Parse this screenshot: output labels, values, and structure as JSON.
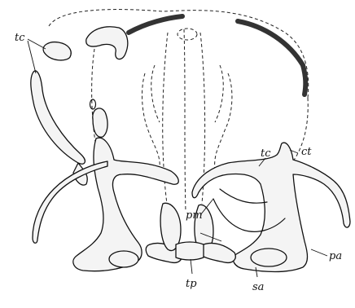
{
  "figure": {
    "labels": {
      "tc_left": "tc",
      "tc_right": "tc",
      "ct": "ct",
      "pm": "pm",
      "pa": "pa",
      "tp": "tp",
      "sa": "sa"
    }
  }
}
